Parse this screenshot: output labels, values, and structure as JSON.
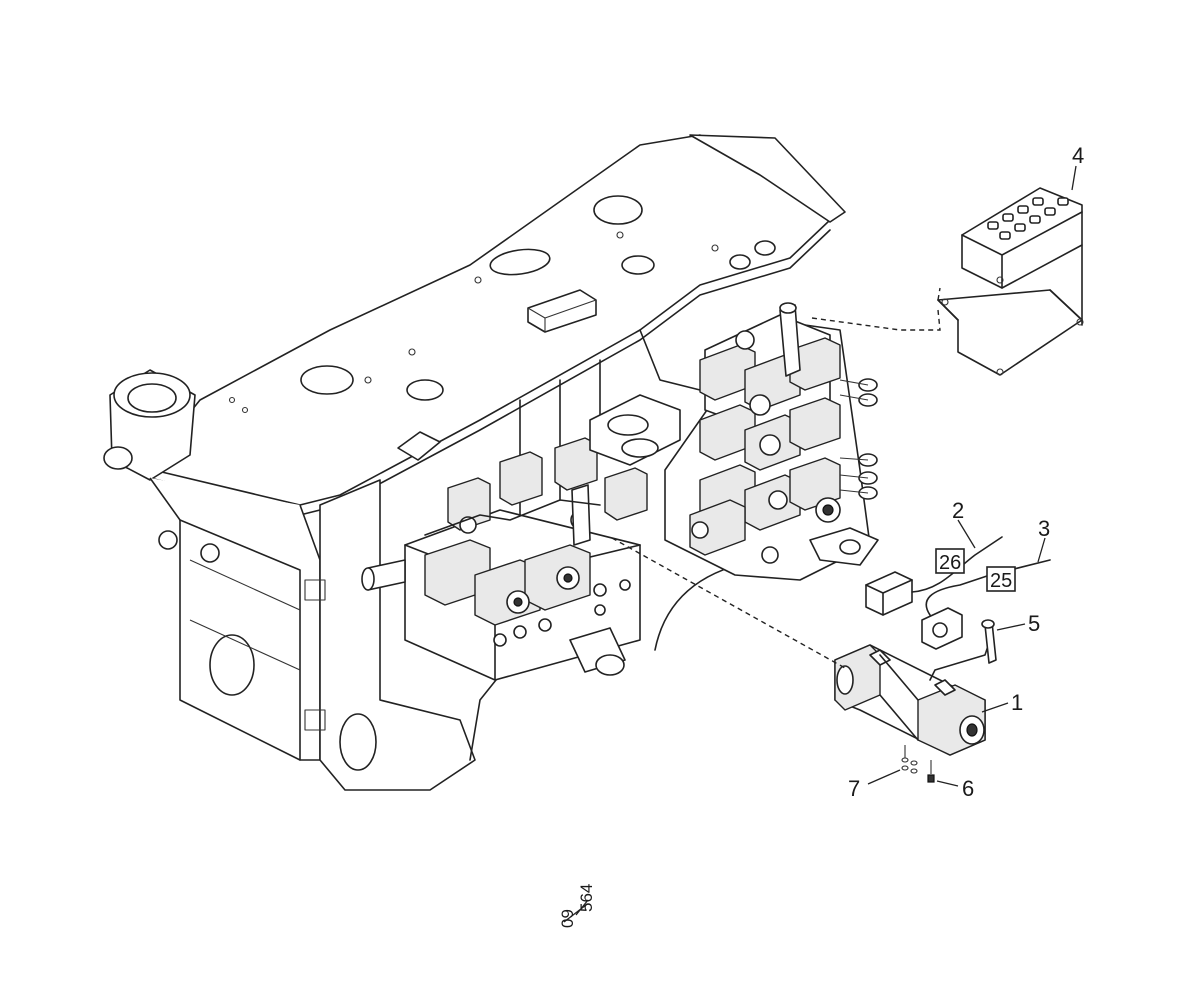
{
  "callouts": {
    "c1": "1",
    "c2": "2",
    "c3": "3",
    "c4": "4",
    "c5": "5",
    "c6": "6",
    "c7": "7"
  },
  "boxed_refs": {
    "b26": "26",
    "b25": "25"
  },
  "drawing_ref": {
    "top": "09",
    "bottom": "564"
  }
}
